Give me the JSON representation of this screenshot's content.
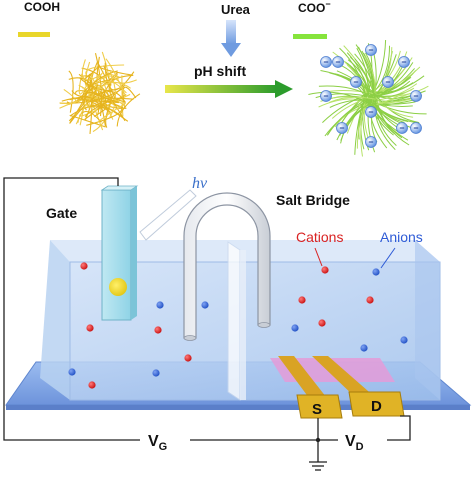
{
  "top_scheme": {
    "left_group_label": "COOH",
    "right_group_label": "COO",
    "right_group_charge": "−",
    "reagent_label": "Urea",
    "process_label": "pH shift"
  },
  "device": {
    "gate_label": "Gate",
    "light_label": "hν",
    "salt_bridge_label": "Salt Bridge",
    "cations_label": "Cations",
    "anions_label": "Anions",
    "source_label": "S",
    "drain_label": "D",
    "gate_voltage_label": "V",
    "gate_voltage_sub": "G",
    "drain_voltage_label": "V",
    "drain_voltage_sub": "D"
  },
  "colors": {
    "cooh_bar": "#e9d62a",
    "coo_bar": "#86e43c",
    "fiber_yellow": "#e6b41e",
    "fiber_green": "#8ccf45",
    "cation_red": "#e02020",
    "anion_blue": "#2b5fd6",
    "cations_text": "#d92323",
    "anions_text": "#2e5bd6",
    "arrow_green": "#2ea02e",
    "arrow_yellow": "#dddd2a",
    "tank_blue": "#a9c9ef",
    "base_blue": "#7ea4e6",
    "electrode_gold": "#d9a324",
    "channel_pink": "#e49bd8"
  }
}
